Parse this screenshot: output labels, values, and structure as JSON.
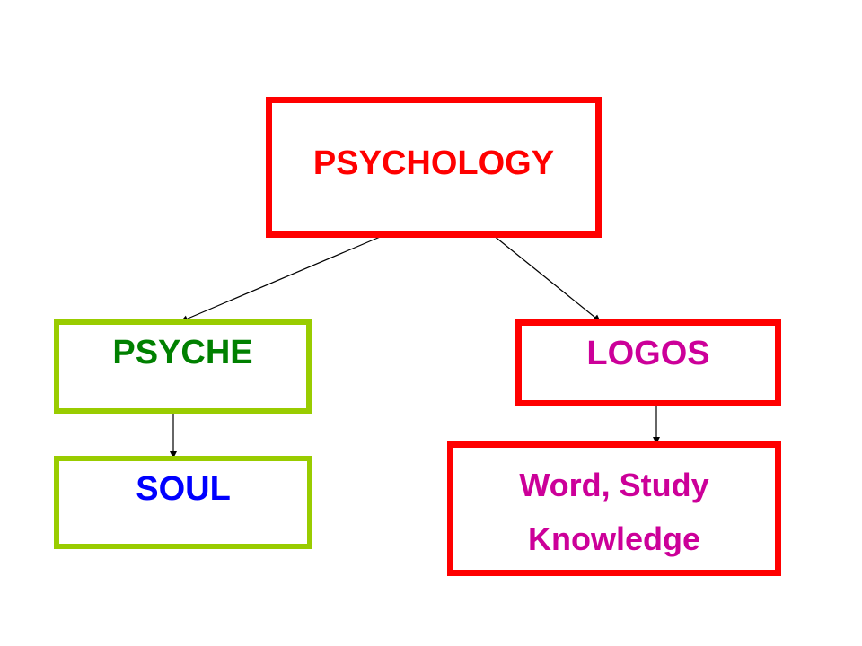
{
  "colors": {
    "red": "#ff0000",
    "green_border": "#99cc00",
    "green_text": "#008000",
    "blue_text": "#0000ff",
    "magenta_text": "#cc0099",
    "arrow": "#000000"
  },
  "nodes": {
    "psychology": {
      "label": "PSYCHOLOGY"
    },
    "psyche": {
      "label": "PSYCHE"
    },
    "logos": {
      "label": "LOGOS"
    },
    "soul": {
      "label": "SOUL"
    },
    "meaning": {
      "line1": "Word, Study",
      "line2": "Knowledge"
    }
  }
}
